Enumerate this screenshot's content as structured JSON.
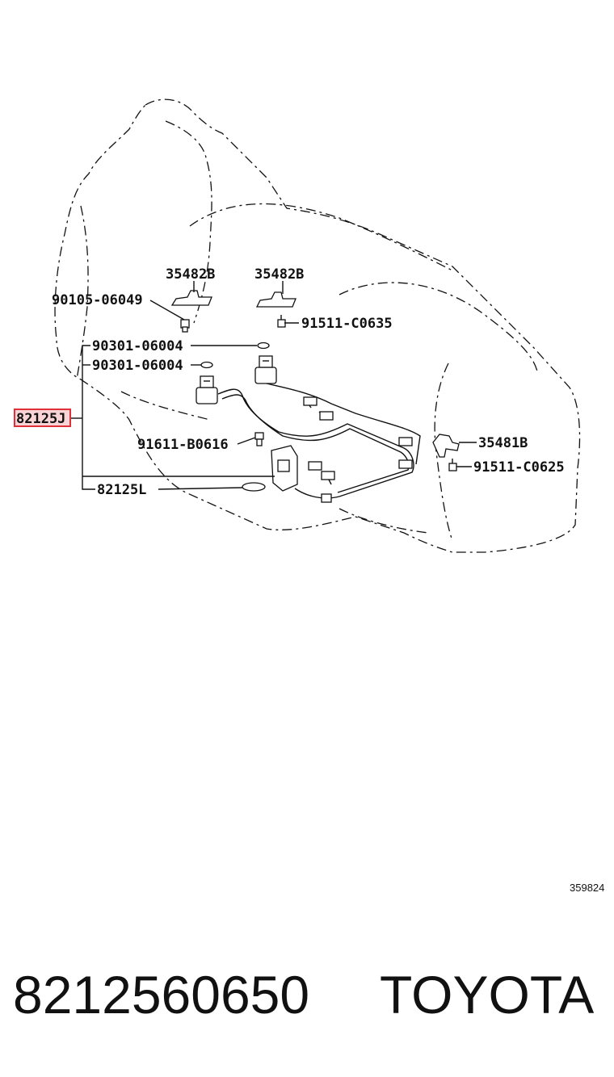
{
  "callouts": {
    "bracket_left": "35482B",
    "bracket_right": "35482B",
    "bolt_top_left": "90105-06049",
    "bolt_top_right": "91511-C0635",
    "gasket_1": "90301-06004",
    "gasket_2": "90301-06004",
    "harness_highlighted": "82125J",
    "bolt_mid": "91611-B0616",
    "bracket_side": "35481B",
    "bolt_side": "91511-C0625",
    "harness_lower": "82125L"
  },
  "diagram_number": "359824",
  "footer": {
    "part_number": "8212560650",
    "brand": "TOYOTA"
  },
  "colors": {
    "highlight": "#e0303a",
    "line": "#111111"
  }
}
